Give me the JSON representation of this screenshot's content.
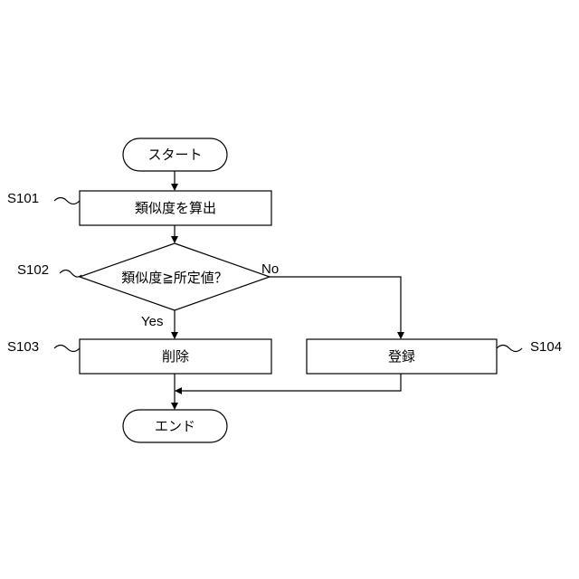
{
  "nodes": {
    "start": {
      "label": "スタート"
    },
    "s101": {
      "label": "類似度を算出",
      "step": "S101"
    },
    "s102": {
      "label": "類似度≧所定値？",
      "step": "S102"
    },
    "s103": {
      "label": "削除",
      "step": "S103"
    },
    "s104": {
      "label": "登録",
      "step": "S104"
    },
    "end": {
      "label": "エンド"
    }
  },
  "edges": {
    "no": "No",
    "yes": "Yes"
  }
}
